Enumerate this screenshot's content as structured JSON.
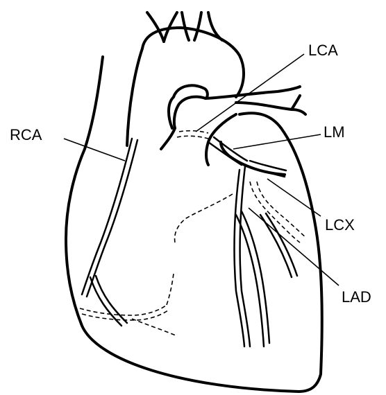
{
  "labels": {
    "lca": "LCA",
    "rca": "RCA",
    "lm": "LM",
    "lcx": "LCX",
    "lad": "LAD"
  }
}
